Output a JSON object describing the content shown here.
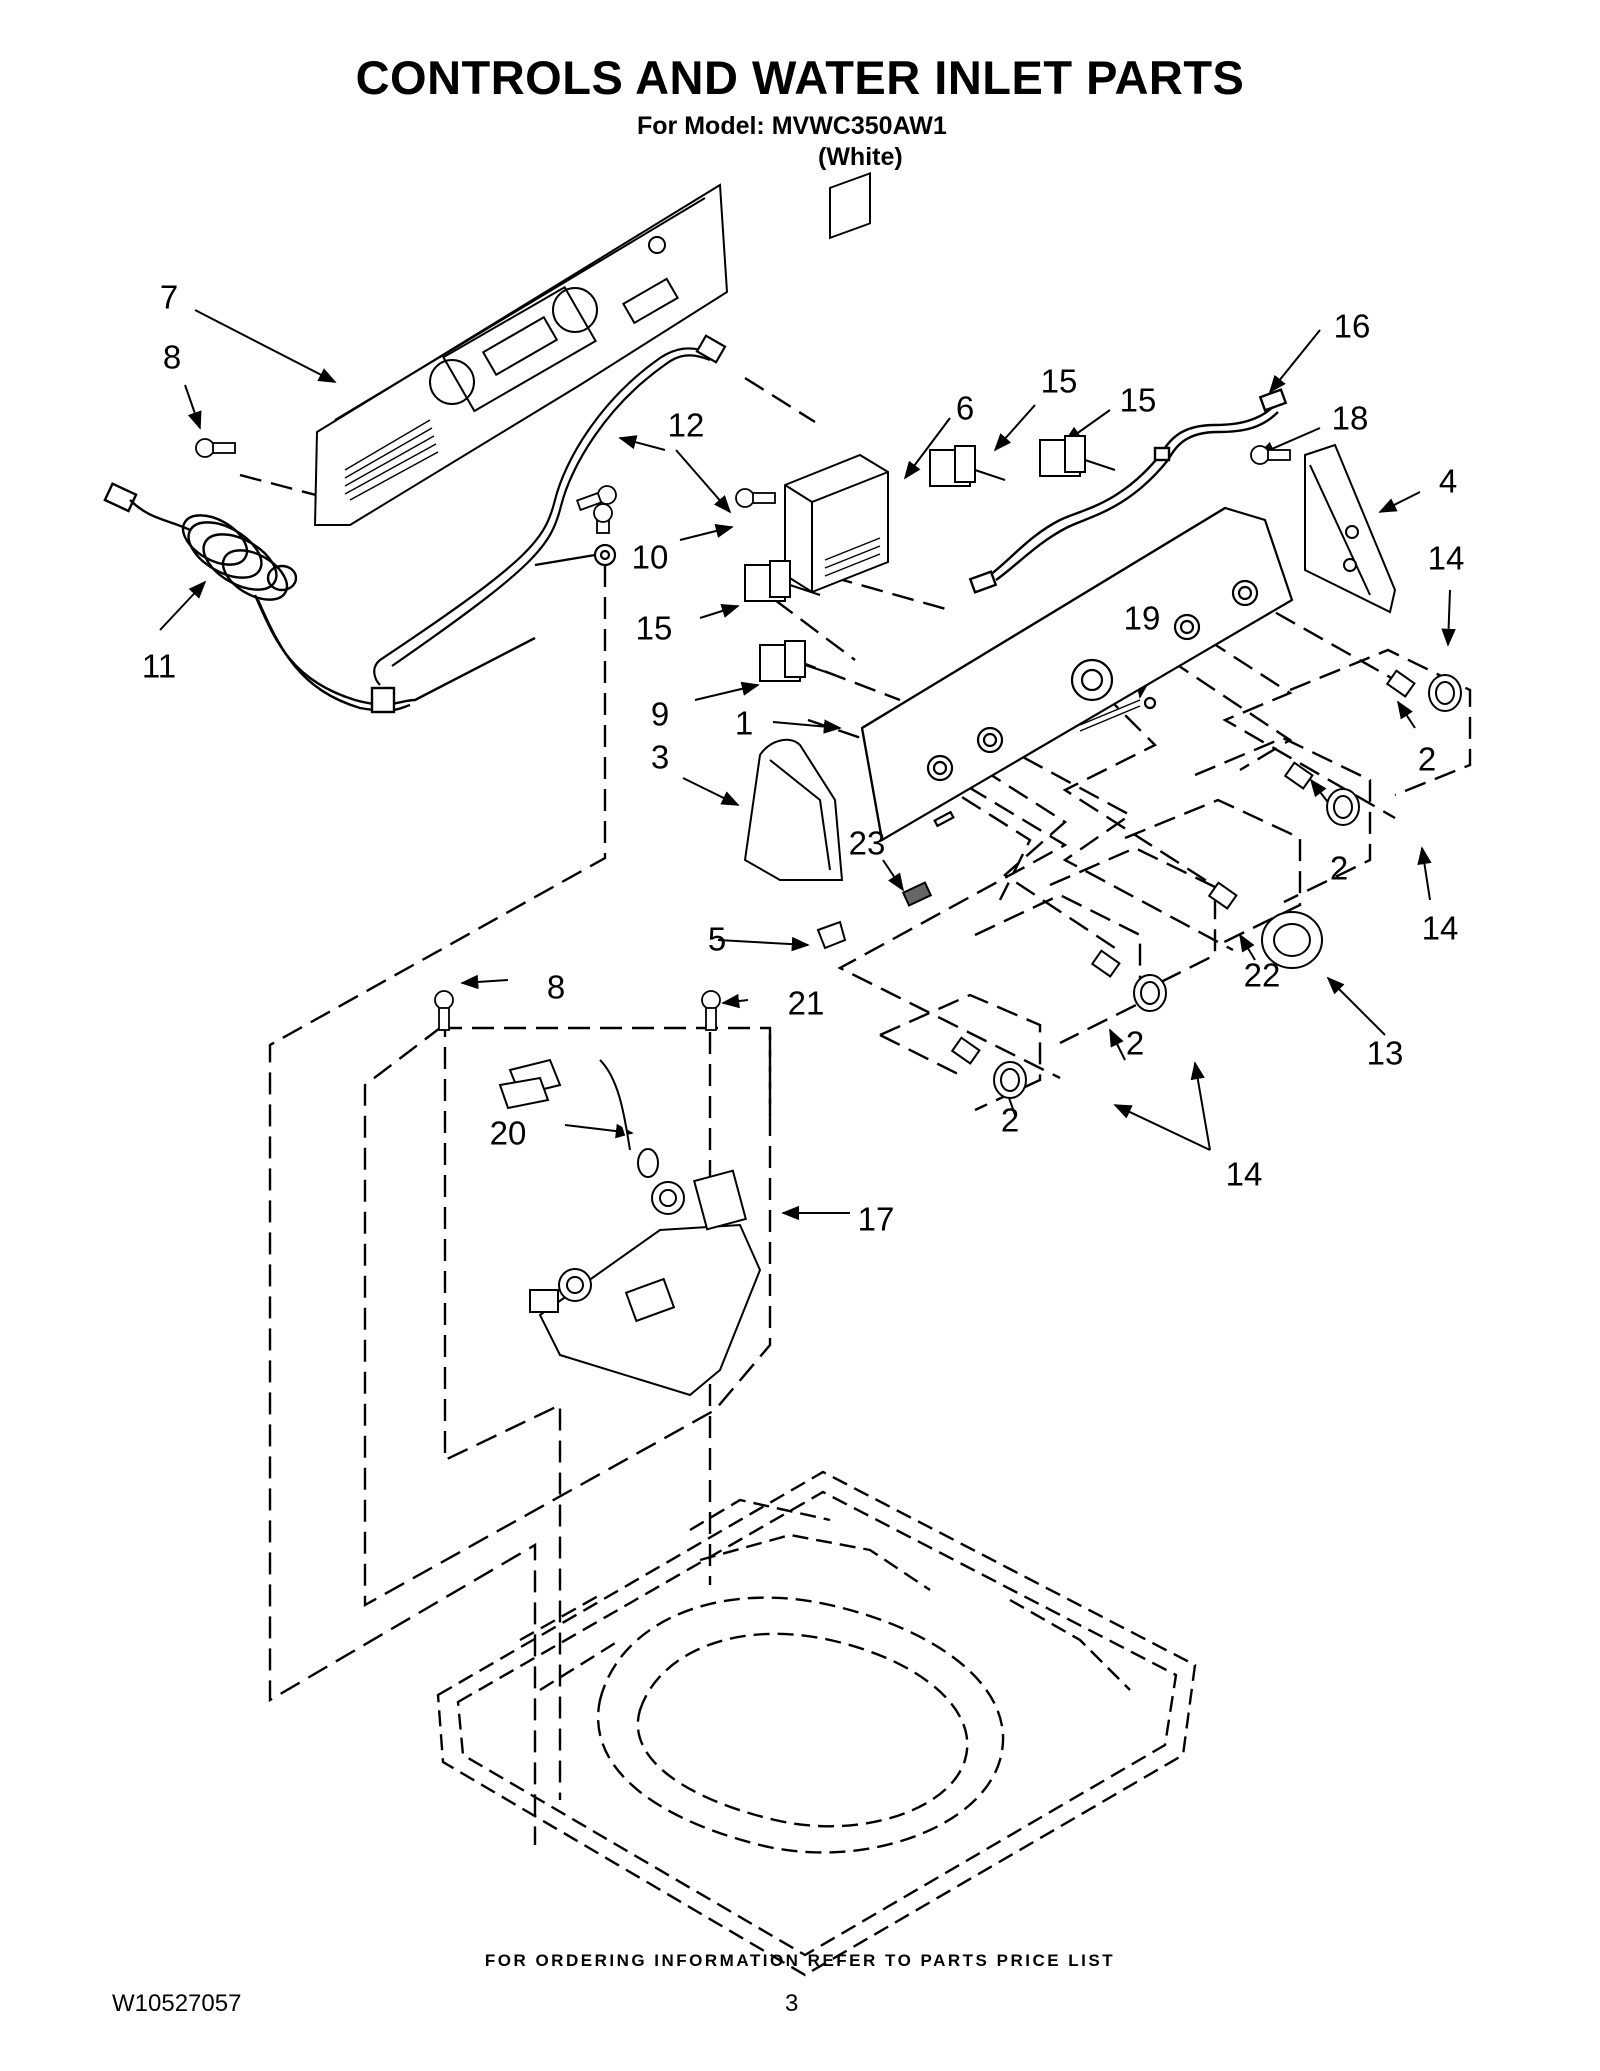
{
  "header": {
    "title": "CONTROLS AND WATER INLET PARTS",
    "model_line": "For Model: MVWC350AW1",
    "color_line": "(White)"
  },
  "callouts": {
    "p1": "1",
    "p2a": "2",
    "p2b": "2",
    "p2c": "2",
    "p2d": "2",
    "p3": "3",
    "p4": "4",
    "p5": "5",
    "p6": "6",
    "p7": "7",
    "p8a": "8",
    "p8b": "8",
    "p9": "9",
    "p10": "10",
    "p11": "11",
    "p12": "12",
    "p13": "13",
    "p14a": "14",
    "p14b": "14",
    "p14c": "14",
    "p15a": "15",
    "p15b": "15",
    "p15c": "15",
    "p16": "16",
    "p17": "17",
    "p18": "18",
    "p19": "19",
    "p20": "20",
    "p21": "21",
    "p22": "22",
    "p23": "23"
  },
  "footer": {
    "note": "FOR ORDERING INFORMATION REFER TO PARTS PRICE LIST",
    "doc_number": "W10527057",
    "page_number": "3"
  }
}
